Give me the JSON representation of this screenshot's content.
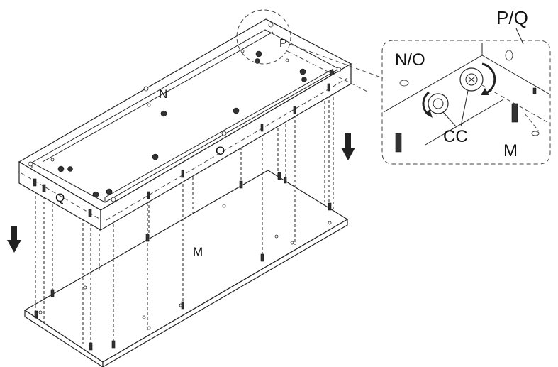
{
  "labels": {
    "panel_n": "N",
    "panel_o": "O",
    "panel_p": "P",
    "panel_q": "Q",
    "panel_m": "M",
    "detail_title": "P/Q",
    "detail_no": "N/O",
    "detail_cc": "CC",
    "detail_m": "M"
  },
  "icons": {
    "down_arrow_left": "down-arrow-icon",
    "down_arrow_right": "down-arrow-icon",
    "rotate": "rotate-arrow-icon"
  },
  "colors": {
    "line": "#222222",
    "fill": "#ffffff",
    "arrow": "#222222"
  }
}
